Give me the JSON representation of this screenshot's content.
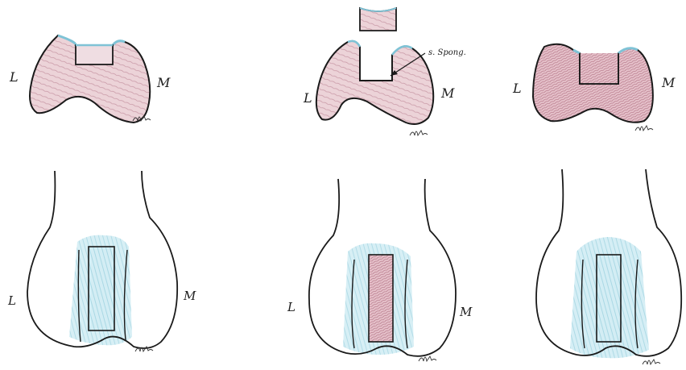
{
  "colors": {
    "outline": "#1a1a1a",
    "cancellous_fill": "#ecd3d8",
    "cancellous_hatch": "#c28a98",
    "cortex_blue": "#a9d8e4",
    "background": "#ffffff"
  },
  "panels": [
    {
      "id": "left",
      "top_view": {
        "lateral_label": "L",
        "medial_label": "M"
      },
      "front_view": {
        "lateral_label": "L",
        "medial_label": "M"
      }
    },
    {
      "id": "middle",
      "top_view": {
        "lateral_label": "L",
        "medial_label": "M",
        "annotation": "s. Spong."
      },
      "front_view": {
        "lateral_label": "L",
        "medial_label": "M"
      }
    },
    {
      "id": "right",
      "top_view": {
        "lateral_label": "L",
        "medial_label": "M"
      },
      "front_view": {}
    }
  ]
}
